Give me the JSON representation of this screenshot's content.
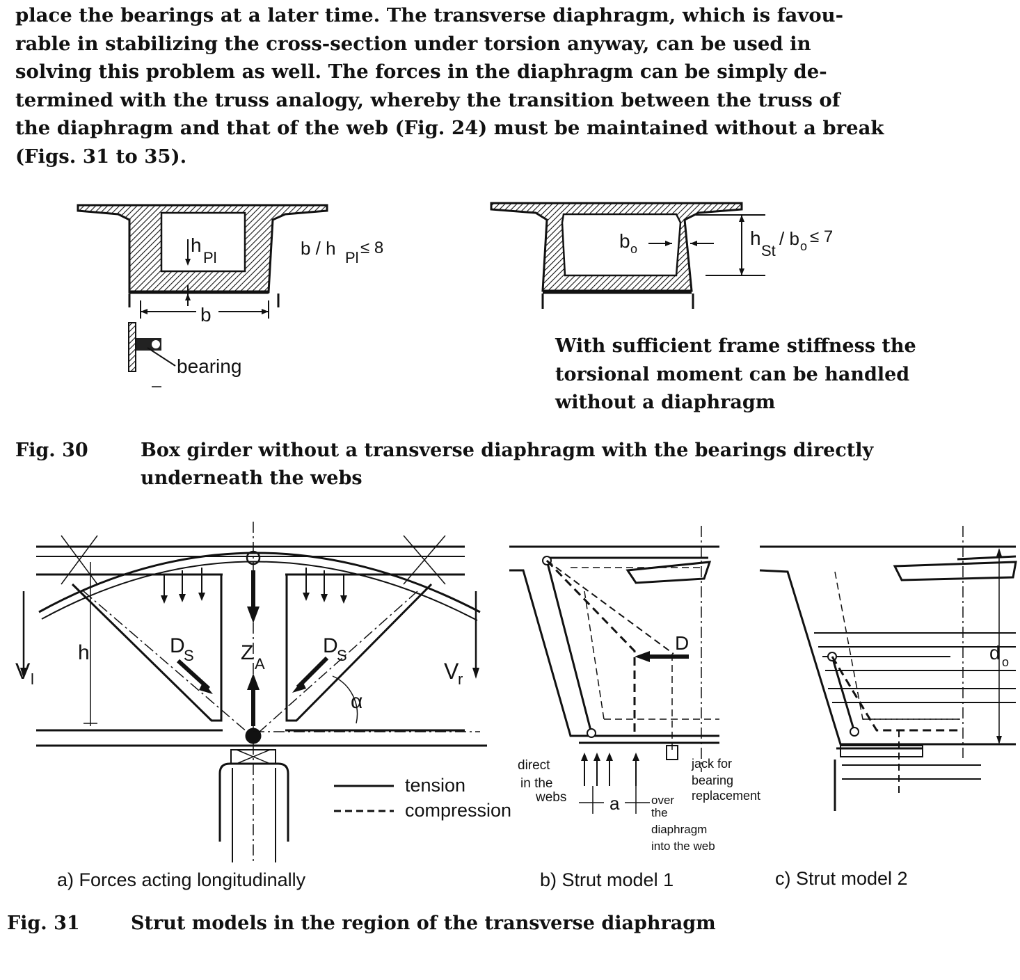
{
  "body_text": {
    "lines": [
      "place the bearings at a later time.  The transverse diaphragm,  which is favou-",
      "rable in stabilizing the cross-section under torsion anyway,  can be used in",
      "solving this problem as well.  The forces in the diaphragm can be simply de-",
      "termined with the truss analogy,  whereby the transition between the truss of",
      "the diaphragm and that of the web (Fig. 24) must be maintained without a break",
      "(Figs. 31 to 35)."
    ]
  },
  "fig30": {
    "left_labels": {
      "h": "h",
      "h_sub": "Pl",
      "ratio": "b / h",
      "ratio_sub": "Pl",
      "ratio_rel": "≤ 8",
      "b": "b",
      "bearing": "bearing"
    },
    "right_labels": {
      "b": "b",
      "b_sub": "o",
      "h": "h",
      "h_sub": "St",
      "ratio_rest": "/ b",
      "ratio_rest_sub": "o",
      "ratio_rel": "≤ 7"
    },
    "note_lines": [
      "With sufficient frame stiffness the",
      "torsional moment can be handled",
      "without a diaphragm"
    ],
    "caption_number": "Fig.  30",
    "caption_lines": [
      "Box girder without a transverse diaphragm with the bearings directly",
      "underneath the webs"
    ]
  },
  "fig31": {
    "panel_a": {
      "Vl": "V",
      "Vl_sub": "l",
      "Vr": "V",
      "Vr_sub": "r",
      "h": "h",
      "Ds_left": "D",
      "Ds_left_sub": "S",
      "Ds_right": "D",
      "Ds_right_sub": "S",
      "ZA": "Z",
      "ZA_sub": "A",
      "alpha": "α",
      "legend_tension": "tension",
      "legend_compression": "compression",
      "label": "a) Forces  acting  longitudinally"
    },
    "panel_b": {
      "D": "D",
      "direct": [
        "direct",
        "in the",
        "webs"
      ],
      "a": "a",
      "over": [
        "over",
        "the",
        "diaphragm",
        "into the web"
      ],
      "jack": [
        "jack for",
        "bearing",
        "replacement"
      ],
      "label": "b)  Strut  model  1"
    },
    "panel_c": {
      "d": "d",
      "d_sub": "o",
      "label": "c)  Strut  model  2"
    },
    "caption_number": "Fig.  31",
    "caption_text": "Strut models in the region of the transverse diaphragm"
  }
}
